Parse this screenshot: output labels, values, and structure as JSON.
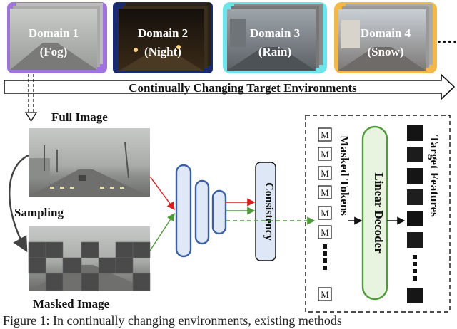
{
  "domains": [
    {
      "name": "Domain 1",
      "condition": "(Fog)",
      "border_color": "#8e5ad6"
    },
    {
      "name": "Domain 2",
      "condition": "(Night)",
      "border_color": "#1a2a6e"
    },
    {
      "name": "Domain 3",
      "condition": "(Rain)",
      "border_color": "#5fe0e8"
    },
    {
      "name": "Domain 4",
      "condition": "(Snow)",
      "border_color": "#f2b84a"
    }
  ],
  "domains_more": "····",
  "environments_label": "Continually Changing Target Environments",
  "full_image_label": "Full Image",
  "sampling_label": "Sampling",
  "masked_image_label": "Masked Image",
  "consistency_label": "Consistency",
  "token_symbol": "M",
  "masked_tokens_label": "Masked Tokens",
  "decoder_label": "Linear Decoder",
  "target_features_label": "Target Features",
  "caption": "Figure 1: In continually changing environments, existing methods",
  "colors": {
    "encoder_border": "#3a5fa8",
    "encoder_fill": "#dfe8f7",
    "consistency_fill": "#dde7f6",
    "decoder_border": "#4f9a3a",
    "decoder_fill": "#e9f4e0",
    "red_arrow": "#d42020",
    "green_arrow": "#4f9a3a"
  }
}
